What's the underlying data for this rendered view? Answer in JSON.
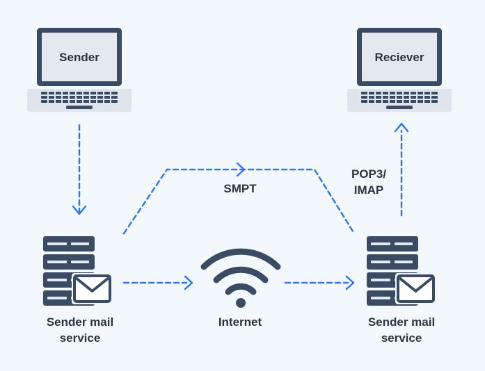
{
  "nodes": {
    "sender_laptop": {
      "label": "Sender"
    },
    "receiver_laptop": {
      "label": "Reciever"
    },
    "sender_server": {
      "line1": "Sender mail",
      "line2": "service"
    },
    "receiver_server": {
      "line1": "Sender mail",
      "line2": "service"
    },
    "internet": {
      "label": "Internet"
    }
  },
  "edges": {
    "smtp_label": "SMPT",
    "pop3_line1": "POP3/",
    "pop3_line2": "IMAP"
  },
  "colors": {
    "background": "#f3f8fd",
    "dark": "#3a4b63",
    "screen": "#e3e9ef",
    "keyboard": "#dfe5ec",
    "arrow": "#2f78e6",
    "text": "#2c3442"
  }
}
